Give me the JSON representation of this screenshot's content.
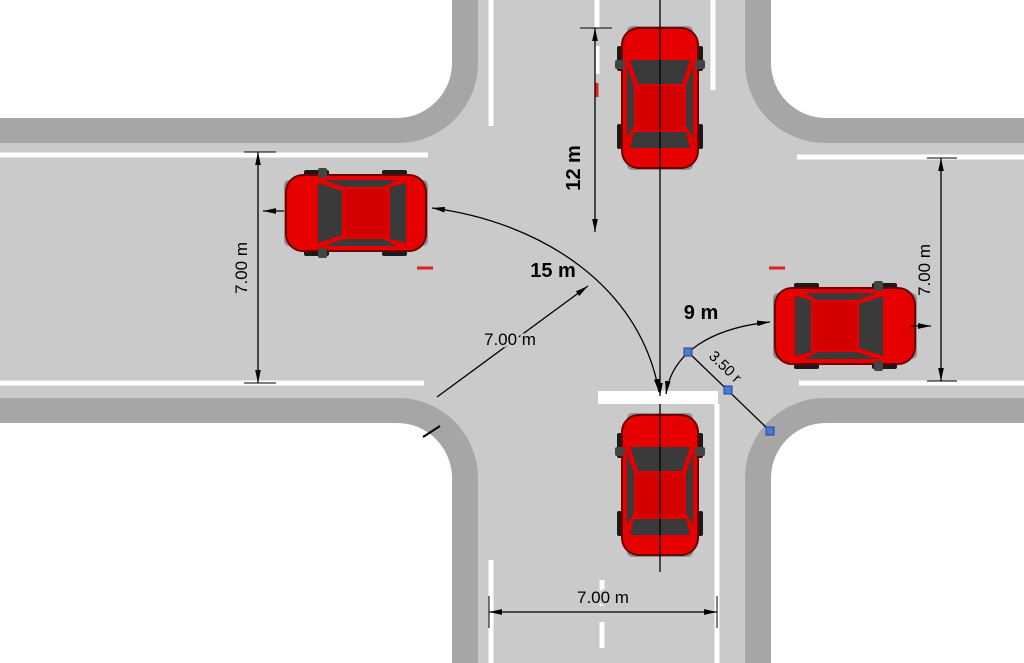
{
  "diagram": {
    "type": "cad-intersection-plan",
    "labels": {
      "left_road_width": "7.00 m",
      "right_road_width": "7.00 m",
      "bottom_road_width": "7.00 m",
      "through_distance": "12 m",
      "left_turn_radius": "15 m",
      "corner_clearance": "7.00 m",
      "right_turn_radius": "9 m",
      "corner_fillet_radius": "3.50 r"
    },
    "colors": {
      "background": "#ffffff",
      "road_surface": "#cacaca",
      "road_shoulder": "#a6a6a6",
      "lane_marking": "#ffffff",
      "centerline_tick": "#e02020",
      "car_body": "#e60000",
      "car_glass": "#3a3a3a",
      "grip_fill": "#4d79d6",
      "grip_border": "#1d3fa8",
      "linework": "#000000"
    },
    "cars": [
      {
        "id": "car-north",
        "lane": "vertical-road-north",
        "heading": "south"
      },
      {
        "id": "car-west",
        "lane": "horizontal-road-west",
        "heading": "west"
      },
      {
        "id": "car-east",
        "lane": "horizontal-road-east",
        "heading": "east"
      },
      {
        "id": "car-south",
        "lane": "vertical-road-south",
        "heading": "south"
      }
    ]
  }
}
